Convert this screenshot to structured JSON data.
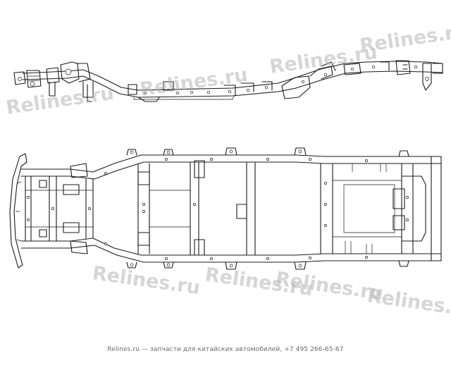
{
  "watermark": {
    "text": "Relines.ru",
    "color": "#b4b4b4"
  },
  "footer": {
    "text": "Relines.ru — запчасти для китайских автомобилей, +7 495 266-65-67",
    "color": "#6b6b6b"
  },
  "views": {
    "side": {
      "name": "frame-side-view"
    },
    "top": {
      "name": "frame-top-view"
    }
  }
}
